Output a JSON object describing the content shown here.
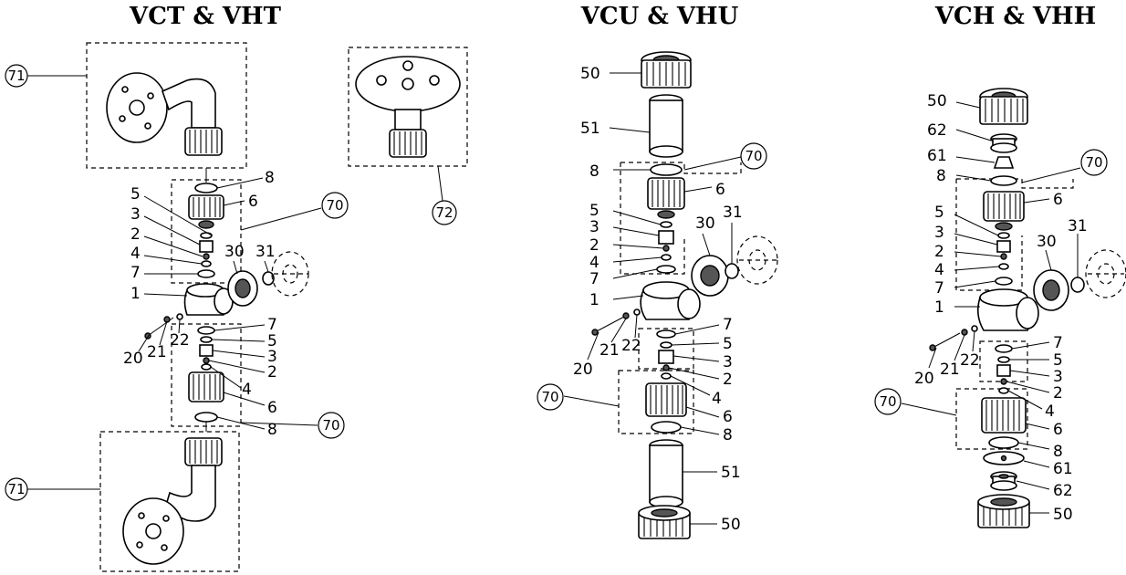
{
  "titles": {
    "left": "VCT & VHT",
    "middle": "VCU & VHU",
    "right": "VCH & VHH"
  },
  "callouts": {
    "c71": "71",
    "c72": "72",
    "c70": "70"
  },
  "parts": {
    "p1": "1",
    "p2": "2",
    "p3": "3",
    "p4": "4",
    "p5": "5",
    "p6": "6",
    "p7": "7",
    "p8": "8",
    "p20": "20",
    "p21": "21",
    "p22": "22",
    "p30": "30",
    "p31": "31",
    "p50": "50",
    "p51": "51",
    "p61": "61",
    "p62": "62"
  }
}
